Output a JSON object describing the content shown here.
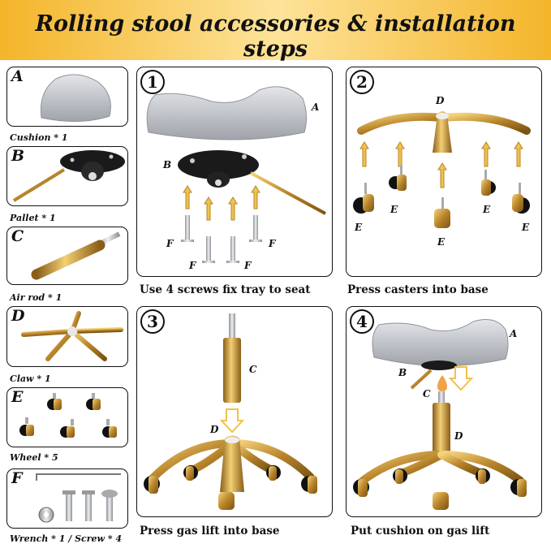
{
  "banner": {
    "title": "Rolling stool accessories & installation steps"
  },
  "parts": [
    {
      "letter": "A",
      "caption": "Cushion * 1"
    },
    {
      "letter": "B",
      "caption": "Pallet * 1"
    },
    {
      "letter": "C",
      "caption": "Air rod * 1"
    },
    {
      "letter": "D",
      "caption": "Claw * 1"
    },
    {
      "letter": "E",
      "caption": "Wheel * 5"
    },
    {
      "letter": "F",
      "caption": "Wrench * 1 / Screw * 4"
    }
  ],
  "steps": [
    {
      "num": "1",
      "caption": "Use 4 screws fix tray to seat",
      "labels": {
        "a": "A",
        "b": "B",
        "f": "F"
      }
    },
    {
      "num": "2",
      "caption": "Press casters into base",
      "labels": {
        "d": "D",
        "e": "E"
      }
    },
    {
      "num": "3",
      "caption": "Press gas lift into base",
      "labels": {
        "c": "C",
        "d": "D"
      }
    },
    {
      "num": "4",
      "caption": "Put cushion on gas lift",
      "labels": {
        "a": "A",
        "b": "B",
        "c": "C",
        "d": "D"
      }
    }
  ],
  "colors": {
    "banner": "#f4b52a",
    "gold": "#c9972e",
    "cushion": "#c9ccd2",
    "black": "#111111"
  }
}
